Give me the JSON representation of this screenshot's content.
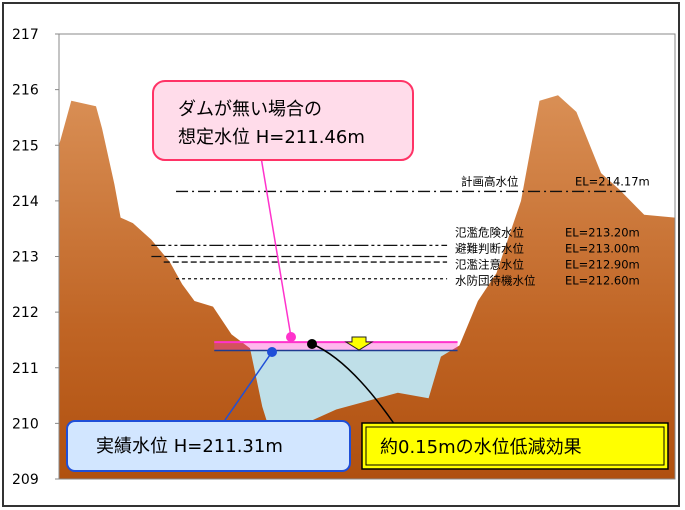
{
  "chart_data": {
    "type": "area",
    "title": "",
    "xlabel": "",
    "ylabel": "",
    "ylim": [
      209,
      217
    ],
    "yticks": [
      "209",
      "210",
      "211",
      "212",
      "213",
      "214",
      "215",
      "216",
      "217"
    ],
    "grid": false,
    "terrain_profile": [
      [
        0.0,
        215.0
      ],
      [
        0.02,
        215.8
      ],
      [
        0.06,
        215.7
      ],
      [
        0.07,
        215.3
      ],
      [
        0.09,
        214.3
      ],
      [
        0.1,
        213.7
      ],
      [
        0.12,
        213.6
      ],
      [
        0.15,
        213.3
      ],
      [
        0.18,
        212.9
      ],
      [
        0.2,
        212.5
      ],
      [
        0.22,
        212.2
      ],
      [
        0.25,
        212.1
      ],
      [
        0.28,
        211.6
      ],
      [
        0.31,
        211.35
      ],
      [
        0.33,
        210.3
      ],
      [
        0.34,
        209.95
      ],
      [
        0.4,
        210.0
      ],
      [
        0.45,
        210.25
      ],
      [
        0.5,
        210.4
      ],
      [
        0.55,
        210.55
      ],
      [
        0.6,
        210.45
      ],
      [
        0.62,
        211.2
      ],
      [
        0.65,
        211.4
      ],
      [
        0.68,
        212.2
      ],
      [
        0.71,
        212.7
      ],
      [
        0.75,
        214.0
      ],
      [
        0.78,
        215.8
      ],
      [
        0.81,
        215.9
      ],
      [
        0.84,
        215.6
      ],
      [
        0.88,
        214.5
      ],
      [
        0.91,
        214.2
      ],
      [
        0.95,
        213.75
      ],
      [
        1.0,
        213.7
      ]
    ],
    "reference_levels": [
      {
        "name": "計画高水位",
        "el_label": "EL=214.17m",
        "value": 214.17,
        "style": "dashdot"
      },
      {
        "name": "氾濫危険水位",
        "el_label": "EL=213.20m",
        "value": 213.2,
        "style": "dashdot-dot"
      },
      {
        "name": "避難判断水位",
        "el_label": "EL=213.00m",
        "value": 213.0,
        "style": "dash-long"
      },
      {
        "name": "氾濫注意水位",
        "el_label": "EL=212.90m",
        "value": 212.9,
        "style": "dash"
      },
      {
        "name": "水防団待機水位",
        "el_label": "EL=212.60m",
        "value": 212.6,
        "style": "dot"
      }
    ],
    "water_levels": {
      "assumed_no_dam": 211.46,
      "actual": 211.31,
      "reduction": 0.15
    },
    "callouts": {
      "assumed_line1": "ダムが無い場合の",
      "assumed_line2": "想定水位 H=211.46m",
      "actual": "実績水位 H=211.31m",
      "effect": "約0.15mの水位低減効果"
    },
    "colors": {
      "terrain_top": "#c77b3f",
      "terrain_bottom": "#b5500f",
      "water": "#bfdfe8",
      "assumed_level": "#ff33cc",
      "actual_dot": "#1f4fd8",
      "callout_assumed_fill": "#ffdcea",
      "callout_assumed_border": "#ff3366",
      "callout_actual_fill": "#d2e6ff",
      "callout_actual_border": "#1f4fd8",
      "callout_effect_fill": "#ffff00"
    }
  }
}
